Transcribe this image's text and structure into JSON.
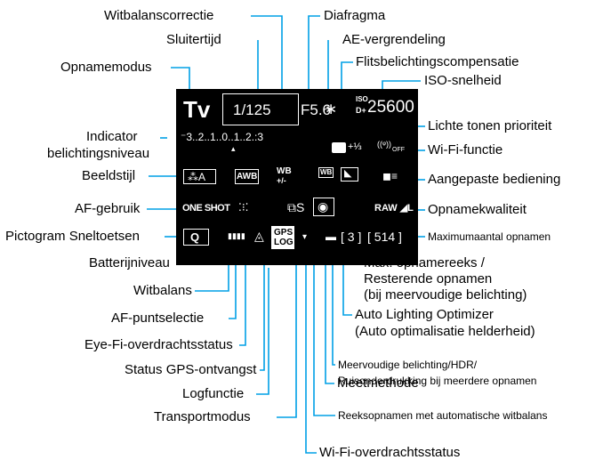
{
  "colors": {
    "leader": "#00a0e6",
    "screen_bg": "#000000",
    "screen_text": "#ffffff"
  },
  "screen": {
    "mode": "Tv",
    "shutter": "1/125",
    "aperture": "F5.6",
    "ae_lock": "∗",
    "iso_top": "ISO",
    "iso_bottom": "D+",
    "iso_value": "25600",
    "exposure_scale": "⁻3..2..1..0..1..2.:3",
    "flash_comp": "+⅓",
    "wifi_label": "((ᵠ))",
    "wifi_sub": "OFF",
    "picture_style": "⁂A",
    "awb": "AWB",
    "wb_correction": "WB",
    "wb_correction_sub": "+/-",
    "wb_bracket": "WB",
    "camera_icon": "◣",
    "custom_controls": "◼≡",
    "af_operation": "ONE SHOT",
    "af_point": "⁚⁝⁚",
    "drive_mode": "⧉S",
    "raw_quality": "RAW ◢L",
    "quick_control": "Q",
    "battery": "▮▮▮▮",
    "gps_top": "GPS",
    "gps_bottom": "LOG",
    "card_icon": "▬",
    "max_burst": "[ 3 ]",
    "shots_remaining": "[ 514 ]"
  },
  "labels": {
    "witbalanscorrectie": "Witbalanscorrectie",
    "diafragma": "Diafragma",
    "sluitertijd": "Sluitertijd",
    "ae_vergrendeling": "AE-vergrendeling",
    "flitsbelichtingscompensatie": "Flitsbelichtingscompensatie",
    "opnamemodus": "Opnamemodus",
    "iso_snelheid": "ISO-snelheid",
    "lichte_tonen": "Lichte tonen prioriteit",
    "indicator_line1": "Indicator",
    "indicator_line2": "belichtingsniveau",
    "wifi_functie": "Wi-Fi-functie",
    "beeldstijl": "Beeldstijl",
    "aangepaste_bediening": "Aangepaste bediening",
    "af_gebruik": "AF-gebruik",
    "opnamekwaliteit": "Opnamekwaliteit",
    "pictogram_sneltoetsen": "Pictogram Sneltoetsen",
    "max_opnamen": "Maximumaantal opnamen",
    "batterijniveau": "Batterijniveau",
    "max_reeks_line1": "Max. opnamereeks /",
    "max_reeks_line2": "Resterende opnamen",
    "max_reeks_line3": "(bij meervoudige belichting)",
    "witbalans": "Witbalans",
    "af_puntselectie": "AF-puntselectie",
    "alo_line1": "Auto Lighting Optimizer",
    "alo_line2": "(Auto optimalisatie helderheid)",
    "eye_fi": "Eye-Fi-overdrachtsstatus",
    "status_gps": "Status GPS-ontvangst",
    "meervoudig_line1": "Meervoudige belichting/HDR/",
    "meervoudig_line2": "Ruisonderdrukking bij meerdere opnamen",
    "logfunctie": "Logfunctie",
    "meetmethode": "Meetmethode",
    "transportmodus": "Transportmodus",
    "reeksopnamen": "Reeksopnamen met automatische witbalans",
    "wifi_overdracht": "Wi-Fi-overdrachtsstatus"
  }
}
